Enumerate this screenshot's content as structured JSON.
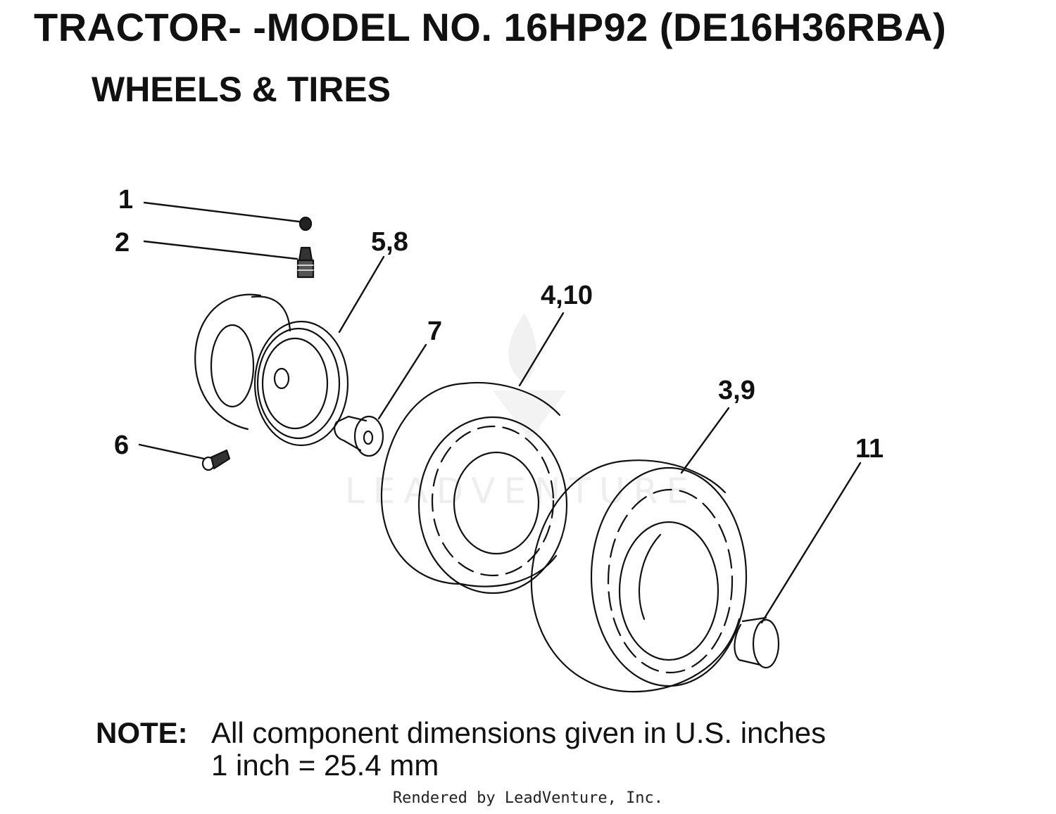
{
  "header": {
    "title": "TRACTOR- -MODEL NO. 16HP92 (DE16H36RBA)",
    "subtitle": "WHEELS & TIRES"
  },
  "callouts": {
    "c1": "1",
    "c2": "2",
    "c5_8": "5,8",
    "c4_10": "4,10",
    "c7": "7",
    "c3_9": "3,9",
    "c11": "11",
    "c6": "6"
  },
  "watermark": "LEADVENTURE",
  "note": {
    "label": "NOTE:",
    "line1": "All component dimensions given in U.S. inches",
    "line2": "1 inch = 25.4 mm"
  },
  "footer": "Rendered by LeadVenture, Inc."
}
